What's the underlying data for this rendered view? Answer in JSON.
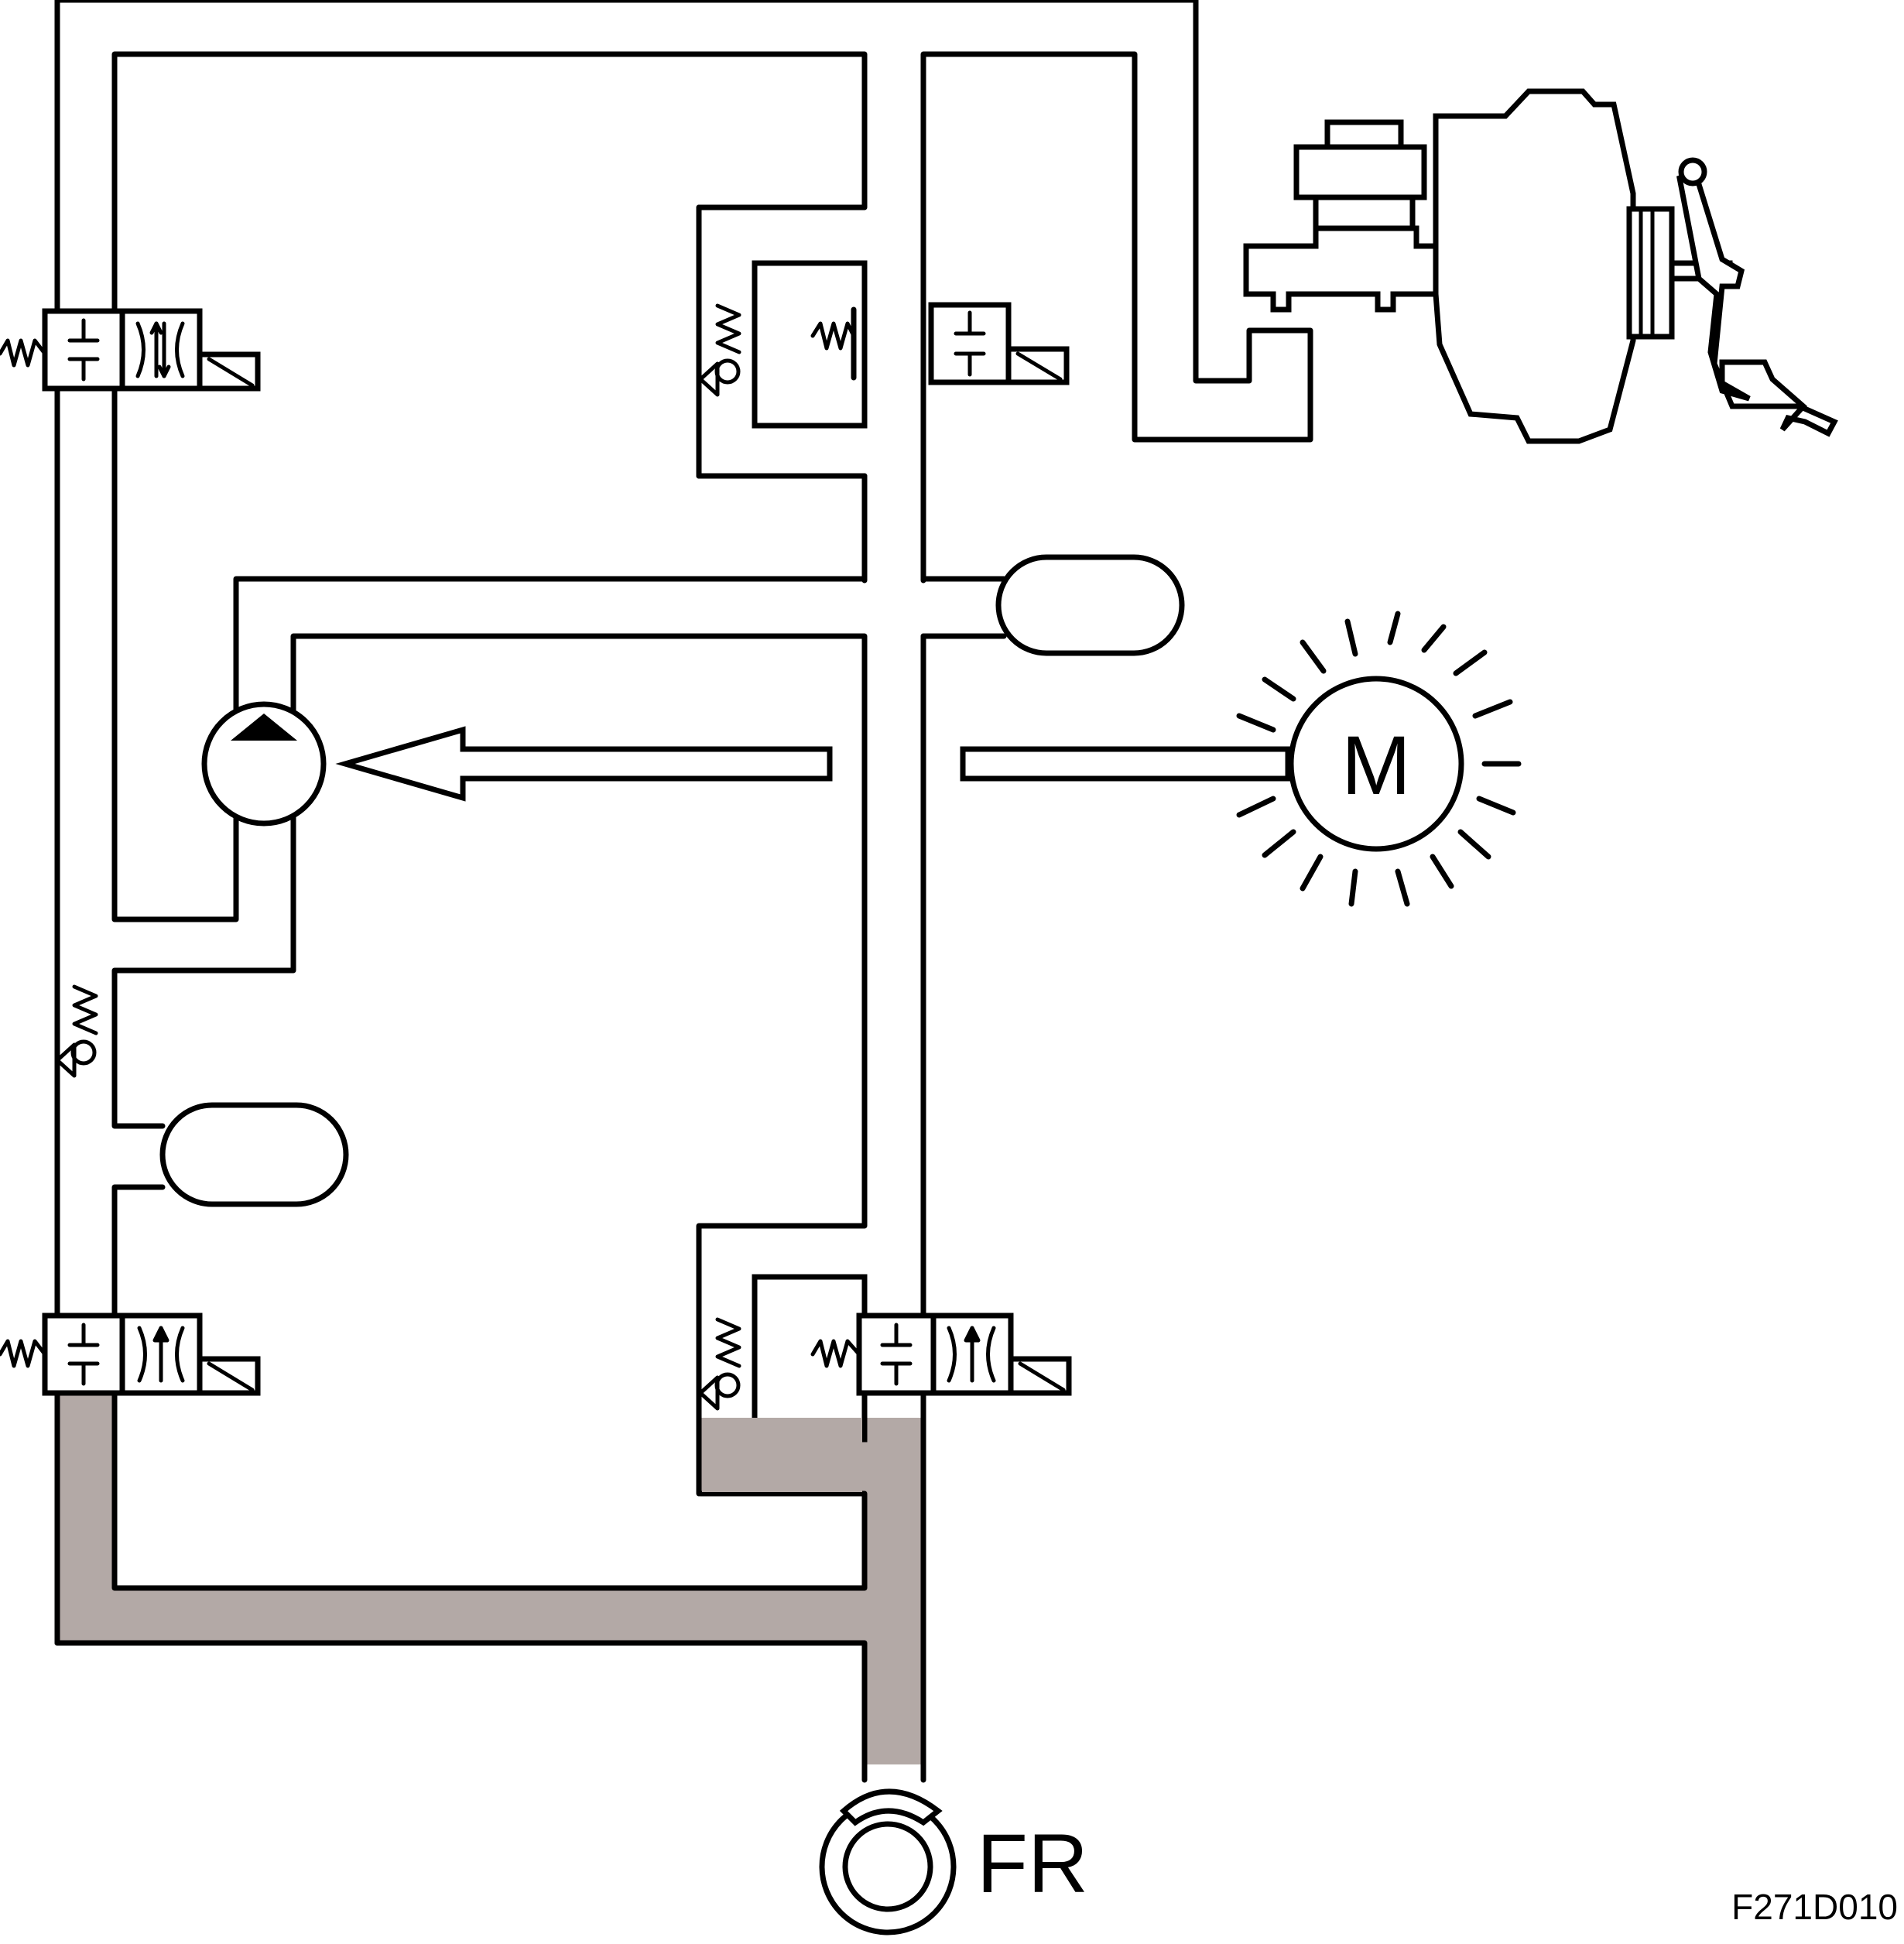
{
  "colors": {
    "line": "#000000",
    "background": "#ffffff",
    "active_fluid": "#b3a9a6"
  },
  "labels": {
    "motor": "M",
    "wheel": "FR",
    "figure_id": "F271D010"
  },
  "icons": [
    "solenoid-valve-icon",
    "check-valve-icon",
    "pump-icon",
    "motor-icon",
    "reservoir-icon",
    "master-cylinder-booster-icon",
    "brake-pedal-icon",
    "wheel-cylinder-icon"
  ]
}
